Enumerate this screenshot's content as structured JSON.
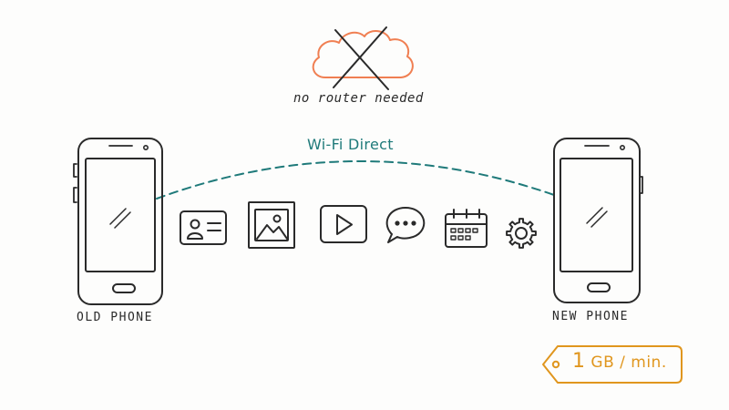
{
  "cloud": {
    "caption": "no router needed",
    "icon": "crossed-out-cloud-icon",
    "color": "#f07f52"
  },
  "connection": {
    "label": "Wi-Fi Direct",
    "color": "#1f7a7a"
  },
  "devices": {
    "old": {
      "label": "OLD PHONE"
    },
    "new": {
      "label": "NEW PHONE"
    }
  },
  "transfer_items": [
    "contact-card-icon",
    "photo-icon",
    "video-icon",
    "message-icon",
    "calendar-icon",
    "settings-gear-icon"
  ],
  "speed_tag": {
    "value": "1",
    "unit": "GB / min.",
    "color": "#e0961e"
  }
}
